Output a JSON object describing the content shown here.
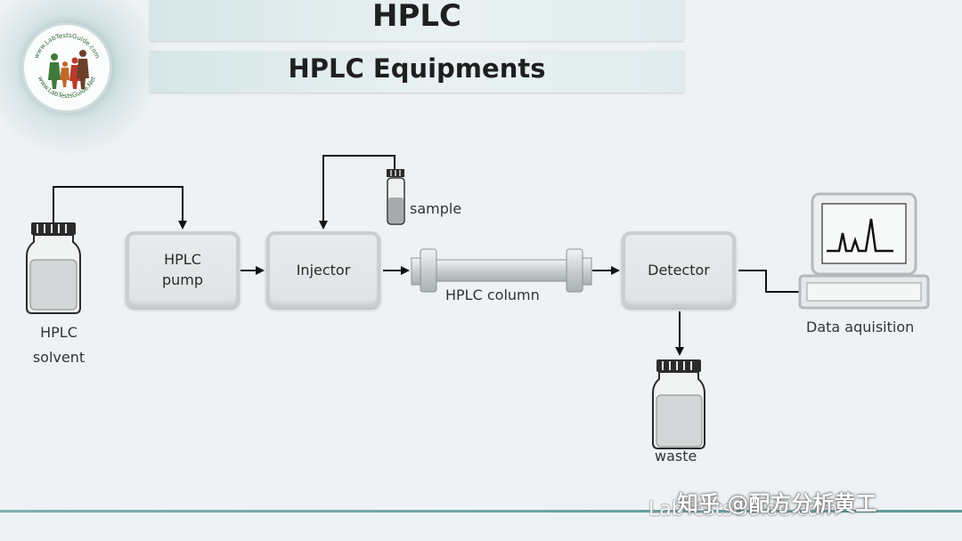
{
  "header": {
    "title": "HPLC",
    "subtitle": "HPLC Equipments"
  },
  "logo": {
    "text_top": "www.LabTestsGuide.com",
    "text_bottom": "www.LabTestsGuide.Net"
  },
  "diagram": {
    "solvent_label_line1": "HPLC",
    "solvent_label_line2": "solvent",
    "pump_line1": "HPLC",
    "pump_line2": "pump",
    "injector": "Injector",
    "sample": "sample",
    "column": "HPLC column",
    "detector": "Detector",
    "waste": "waste",
    "data_acquisition": "Data aquisition"
  },
  "footer": {
    "site": "LabTestsGuide.com",
    "watermark": "知乎 @配方分析黄工"
  },
  "colors": {
    "banner": "#d6e6e7",
    "box": "#e2e5e6",
    "footer_line": "#6fa5a5",
    "bottle_fill": "#d9dcdd",
    "bottle_cap": "#2b2b2b"
  }
}
